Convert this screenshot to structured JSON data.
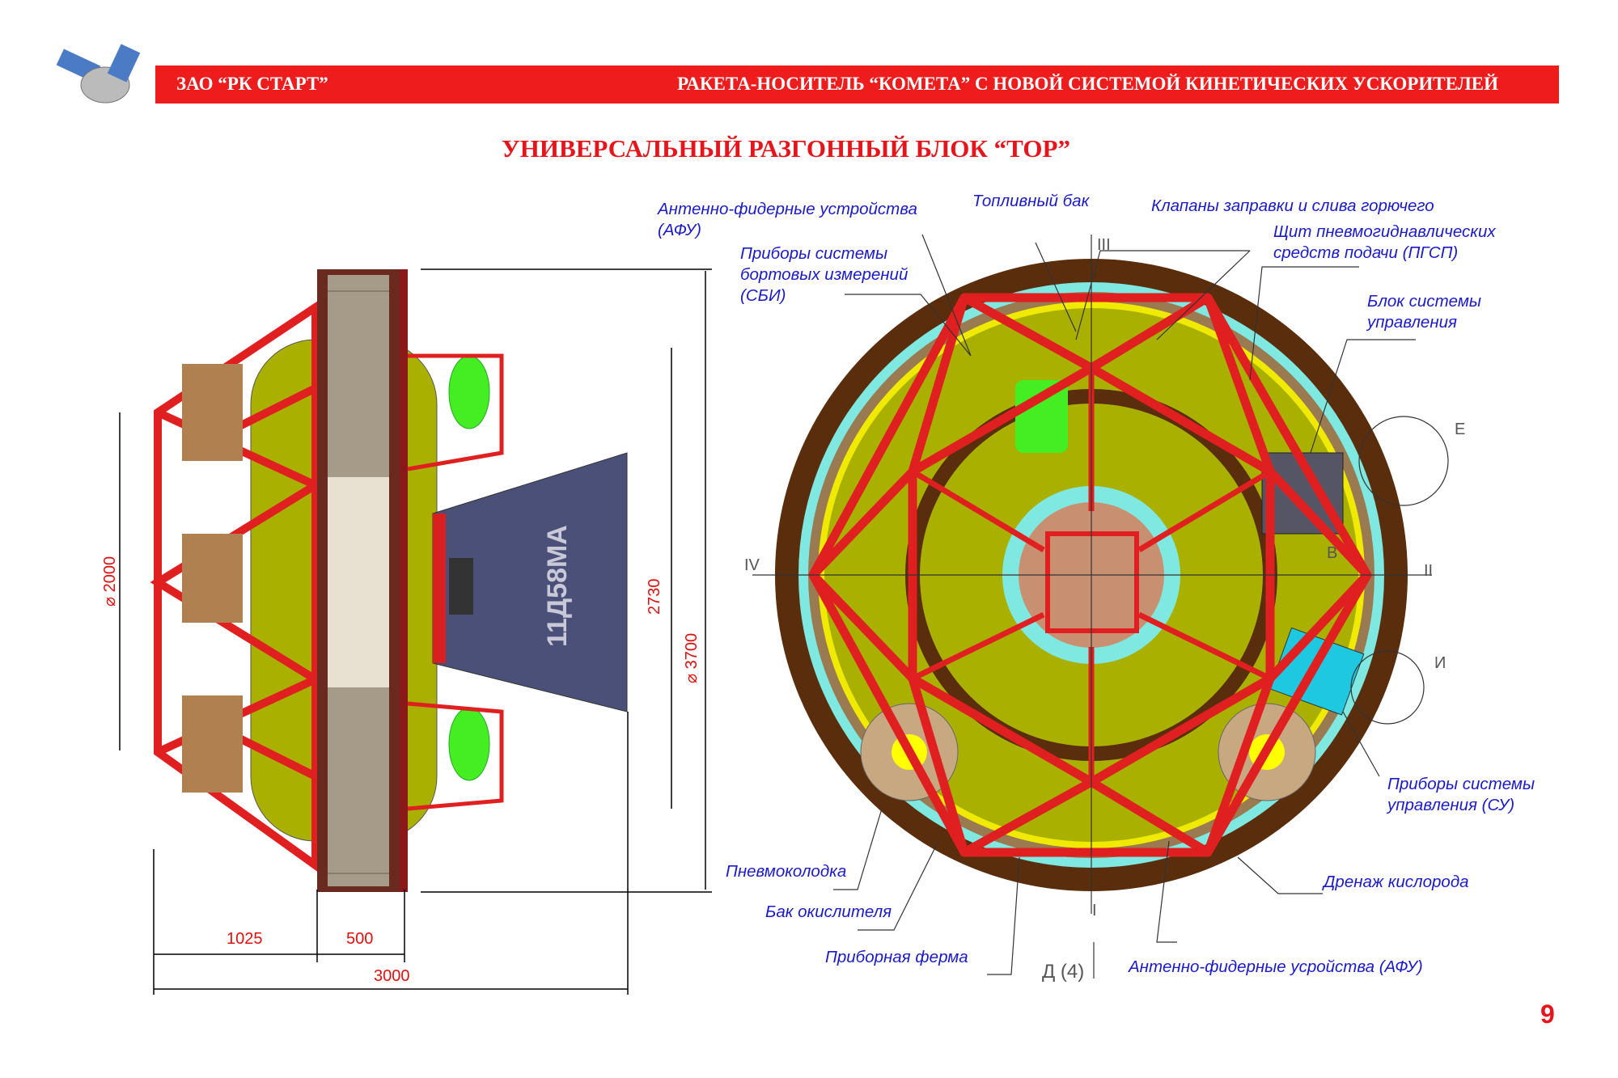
{
  "header": {
    "company": "ЗАО “РК СТАРТ”",
    "subject": "РАКЕТА-НОСИТЕЛЬ “КОМЕТА” С НОВОЙ СИСТЕМОЙ КИНЕТИЧЕСКИХ УСКОРИТЕЛЕЙ"
  },
  "title": "УНИВЕРСАЛЬНЫЙ РАЗГОННЫЙ БЛОК “ТОР”",
  "side_view": {
    "engine": "11Д58МА",
    "dims": {
      "d2000": "⌀ 2000",
      "d3700": "⌀ 3700",
      "h2730": "2730",
      "l1025": "1025",
      "l500": "500",
      "l3000": "3000"
    }
  },
  "labels": {
    "afu_top_1": "Антенно-фидерные устройства",
    "afu_top_2": "(АФУ)",
    "fuel_tank": "Топливный бак",
    "valves": "Клапаны заправки и слива горючего",
    "pgsp_1": "Щит  пневмогиднавлических",
    "pgsp_2": "средств подачи (ПГСП)",
    "sbi_1": "Приборы системы",
    "sbi_2": "бортовых измерений",
    "sbi_3": "(СБИ)",
    "cu_block_1": "Блок системы",
    "cu_block_2": "управления",
    "su_1": "Приборы системы",
    "su_2": "управления (СУ)",
    "pneumo": "Пневмоколодка",
    "oxidizer": "Бак окислителя",
    "truss": "Приборная ферма",
    "drain": "Дренаж кислорода",
    "afu_bottom": "Антенно-фидерные усройства (АФУ)",
    "view": "Д (4)"
  },
  "markers": {
    "I": "I",
    "II": "II",
    "III": "III",
    "IV": "IV",
    "E": "Е",
    "V": "В",
    "I2": "И"
  },
  "page_number": "9",
  "colors": {
    "red": "#ee1c1c",
    "blue_text": "#1a1acc",
    "olive": "#b4b400",
    "brown": "#5a2d0c",
    "cyan": "#7fe8e0"
  }
}
